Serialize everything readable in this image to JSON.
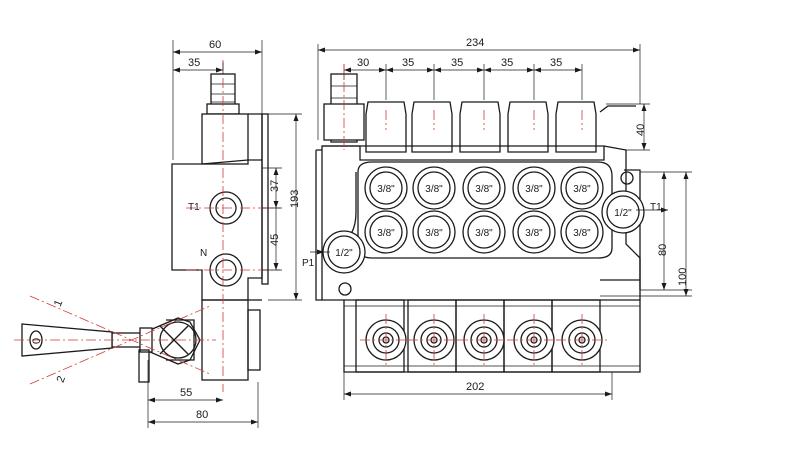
{
  "dimensions": {
    "side_width": "60",
    "side_top_offset": "35",
    "side_total_height": "193",
    "side_port_pitch_1": "37",
    "side_port_pitch_2": "45",
    "lever_offset": "55",
    "lever_span": "80",
    "front_width": "234",
    "first_pitch": "30",
    "pitches": [
      "35",
      "35",
      "35",
      "35"
    ],
    "spool_cap_height": "40",
    "outlet_height_1": "80",
    "outlet_height_2": "100",
    "mount_width": "202"
  },
  "ports": {
    "work_ports": [
      "3/8\"",
      "3/8\"",
      "3/8\"",
      "3/8\"",
      "3/8\"",
      "3/8\"",
      "3/8\"",
      "3/8\"",
      "3/8\"",
      "3/8\""
    ],
    "inlet": "1/2\"",
    "outlet": "1/2\""
  },
  "labels": {
    "tank": "T1",
    "neutral": "N",
    "pressure": "P1",
    "tank_right": "T1",
    "pos_1": "1",
    "pos_0": "0",
    "pos_2": "2"
  },
  "colors": {
    "line": "#1a1a1a",
    "centerline": "#d23a3a",
    "background": "#ffffff"
  }
}
